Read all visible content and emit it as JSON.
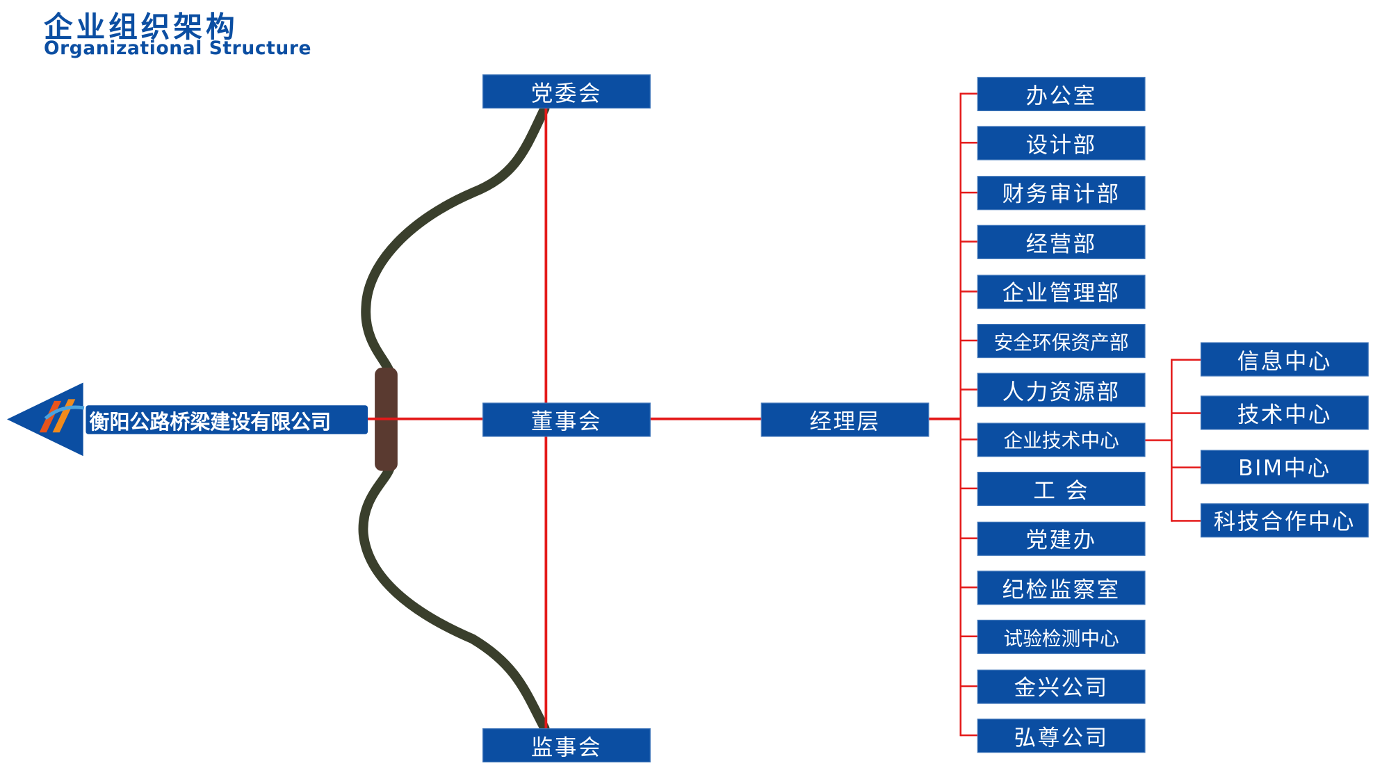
{
  "header": {
    "title_cn": "企业组织架构",
    "title_en": "Organizational Structure"
  },
  "company": {
    "name": "衡阳公路桥梁建设有限公司"
  },
  "top_level": {
    "party_committee": "党委会",
    "board": "董事会",
    "supervisors": "监事会"
  },
  "management": {
    "label": "经理层"
  },
  "departments": [
    "办公室",
    "设计部",
    "财务审计部",
    "经营部",
    "企业管理部",
    "安全环保资产部",
    "人力资源部",
    "企业技术中心",
    "工  会",
    "党建办",
    "纪检监察室",
    "试验检测中心",
    "金兴公司",
    "弘尊公司"
  ],
  "tech_center_units": [
    "信息中心",
    "技术中心",
    "BIM中心",
    "科技合作中心"
  ],
  "colors": {
    "box": "#0b4ea2",
    "line": "#e41a1a"
  }
}
